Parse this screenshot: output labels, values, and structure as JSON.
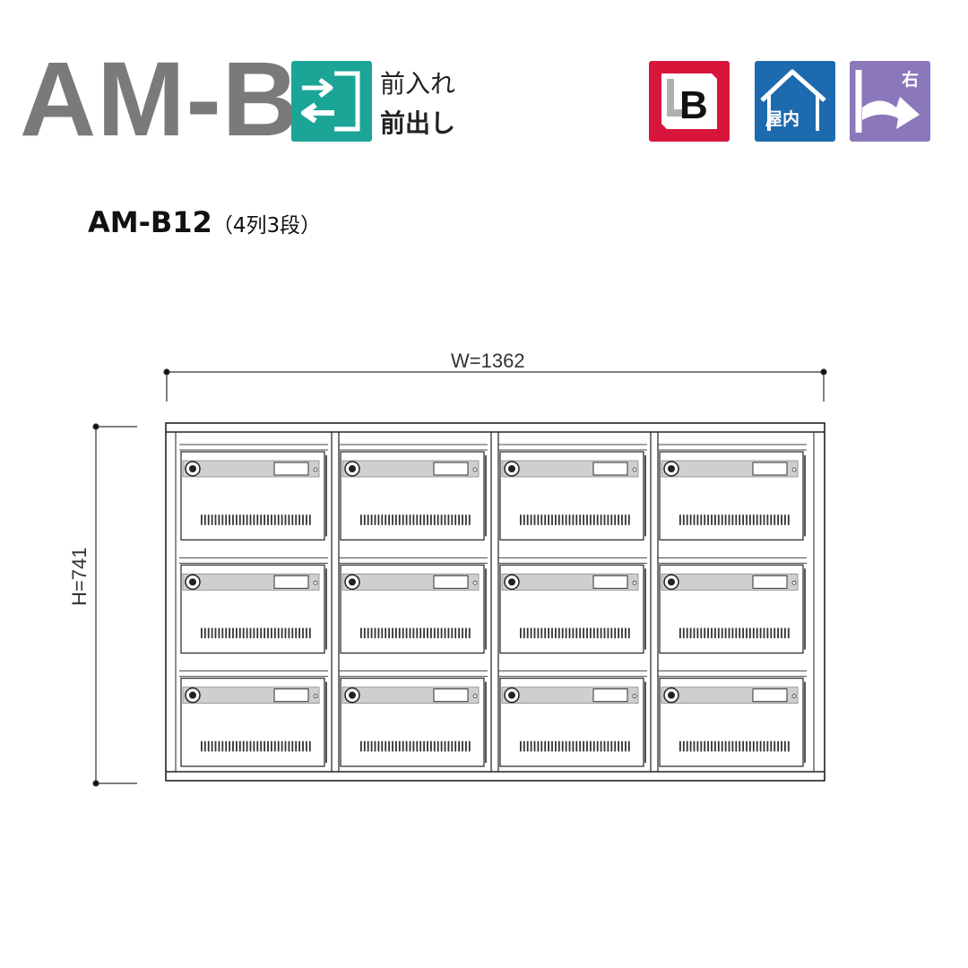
{
  "header": {
    "series_title": "AM-B",
    "feature": {
      "line1": "前入れ",
      "line2": "前出し"
    },
    "badges": {
      "lb": "B",
      "indoor": "屋内",
      "right": "右"
    }
  },
  "model": {
    "name": "AM-B12",
    "config": "（4列3段）"
  },
  "dimensions": {
    "width_label": "W=1362",
    "height_label": "H=741"
  },
  "layout": {
    "columns": 4,
    "rows": 3
  }
}
